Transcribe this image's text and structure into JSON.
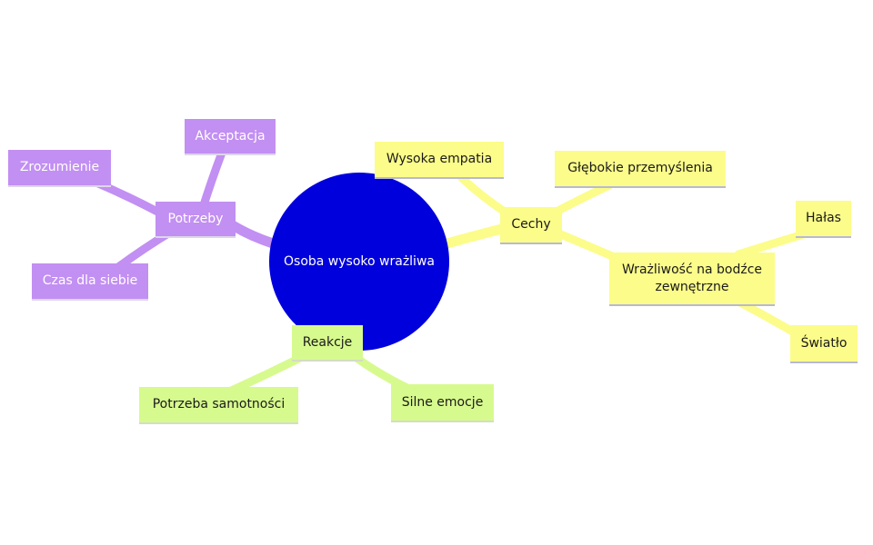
{
  "central": {
    "label": "Osoba wysoko wrażliwa",
    "color": "#0000dc"
  },
  "colors": {
    "purple_branch": "#c28ff2",
    "yellow_branch": "#fcfc8a",
    "green_branch": "#d7fa8e"
  },
  "branches": {
    "potrzeby": {
      "label": "Potrzeby",
      "children": [
        "Akceptacja",
        "Zrozumienie",
        "Czas dla siebie"
      ]
    },
    "cechy": {
      "label": "Cechy",
      "children": [
        "Wysoka empatia",
        "Głębokie przemyślenia",
        "Wrażliwość na bodźce zewnętrzne"
      ],
      "sub": {
        "label": "Wrażliwość na bodźce zewnętrzne",
        "children": [
          "Hałas",
          "Światło"
        ]
      }
    },
    "reakcje": {
      "label": "Reakcje",
      "children": [
        "Potrzeba samotności",
        "Silne emocje"
      ]
    }
  }
}
